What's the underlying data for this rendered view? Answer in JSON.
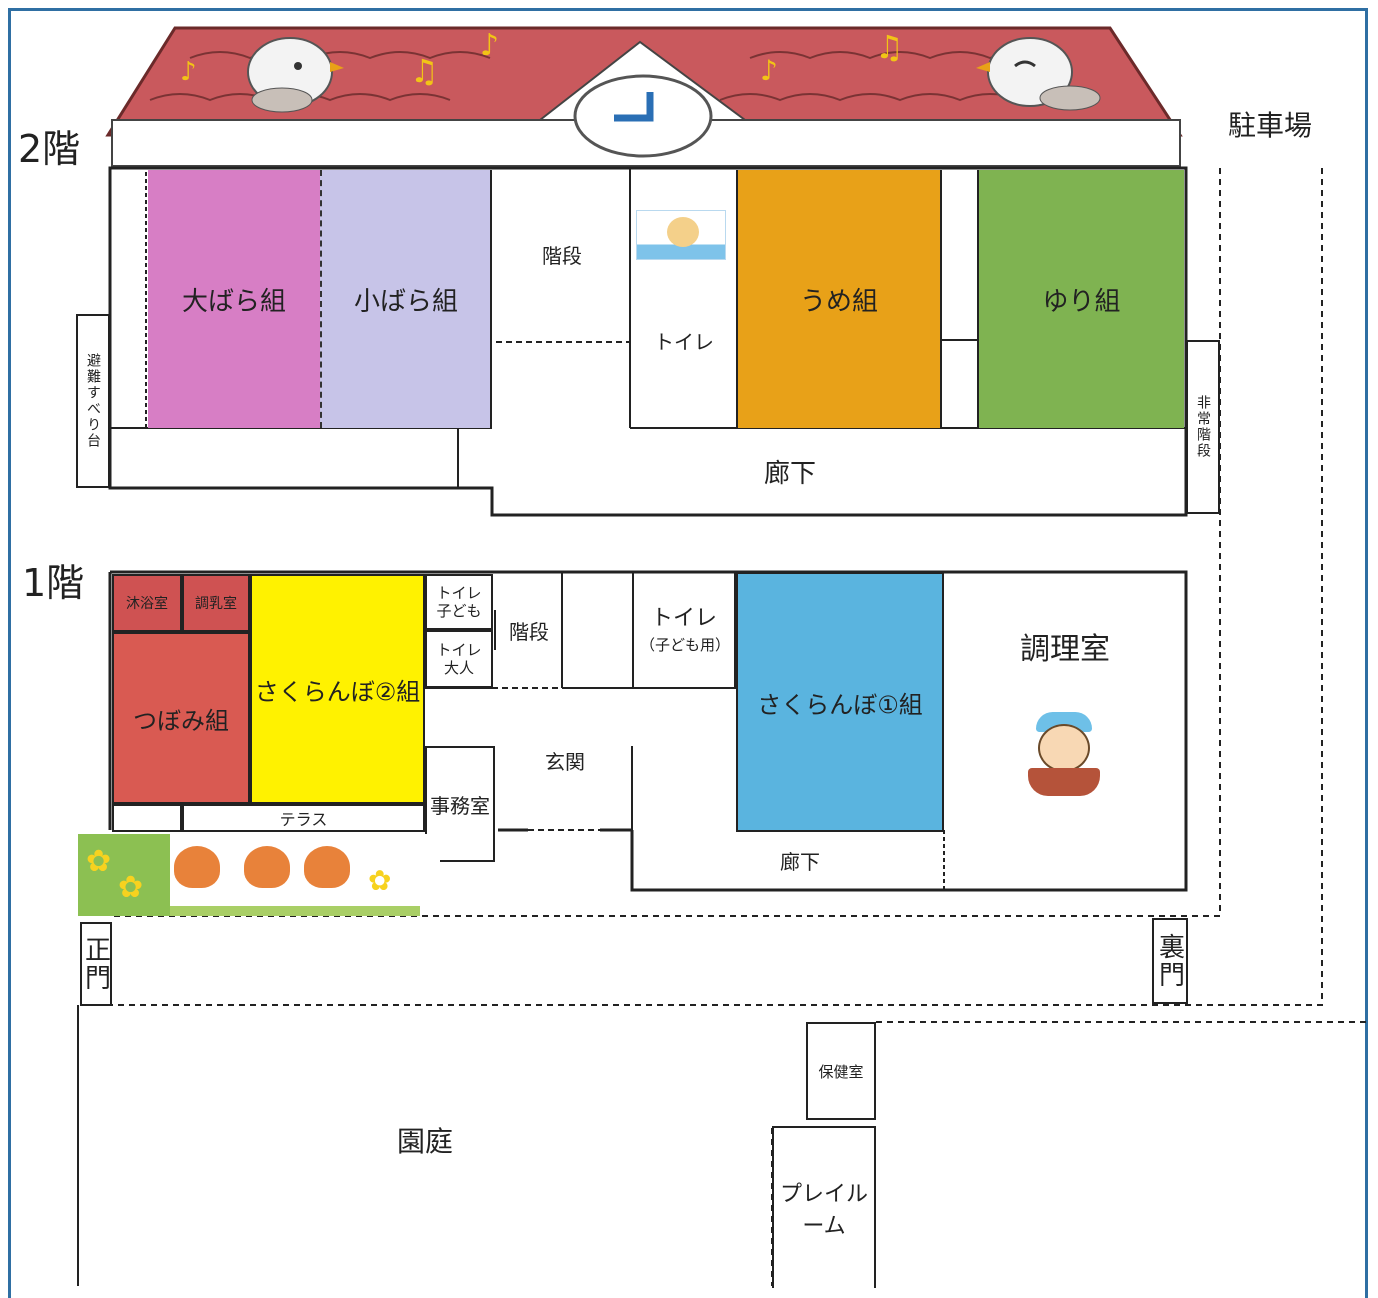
{
  "floors": {
    "second": "2階",
    "first": "1階"
  },
  "colors": {
    "frame": "#2f6fa3",
    "roof": "#c9595d",
    "obara": "#d77ec5",
    "kobara": "#c7c4e8",
    "ume": "#e8a118",
    "yuri": "#7fb351",
    "tsubomi": "#d95a52",
    "bath": "#cf5252",
    "sakuranbo2": "#fff200",
    "sakuranbo1": "#5ab4df",
    "clock": "#2a6fb5"
  },
  "second_floor": {
    "obara": "大ばら組",
    "kobara": "小ばら組",
    "stairs": "階段",
    "toilet": "トイレ",
    "ume": "うめ組",
    "yuri": "ゆり組",
    "corridor": "廊下",
    "slide": "避難すべり台",
    "emergency_stairs": "非常階段"
  },
  "first_floor": {
    "bath": "沐浴室",
    "formula": "調乳室",
    "tsubomi": "つぼみ組",
    "sakuranbo2": "さくらんぼ②組",
    "toilet_child": "トイレ子ども",
    "toilet_adult": "トイレ大人",
    "stairs": "階段",
    "toilet_kids_main": "トイレ",
    "toilet_kids_sub": "（子ども用）",
    "sakuranbo1": "さくらんぼ①組",
    "kitchen": "調理室",
    "entrance": "玄関",
    "office": "事務室",
    "terrace": "テラス",
    "corridor": "廊下"
  },
  "grounds": {
    "parking": "駐車場",
    "main_gate": "正門",
    "back_gate": "裏門",
    "health_room": "保健室",
    "garden": "園庭",
    "playroom": "プレイルーム"
  }
}
